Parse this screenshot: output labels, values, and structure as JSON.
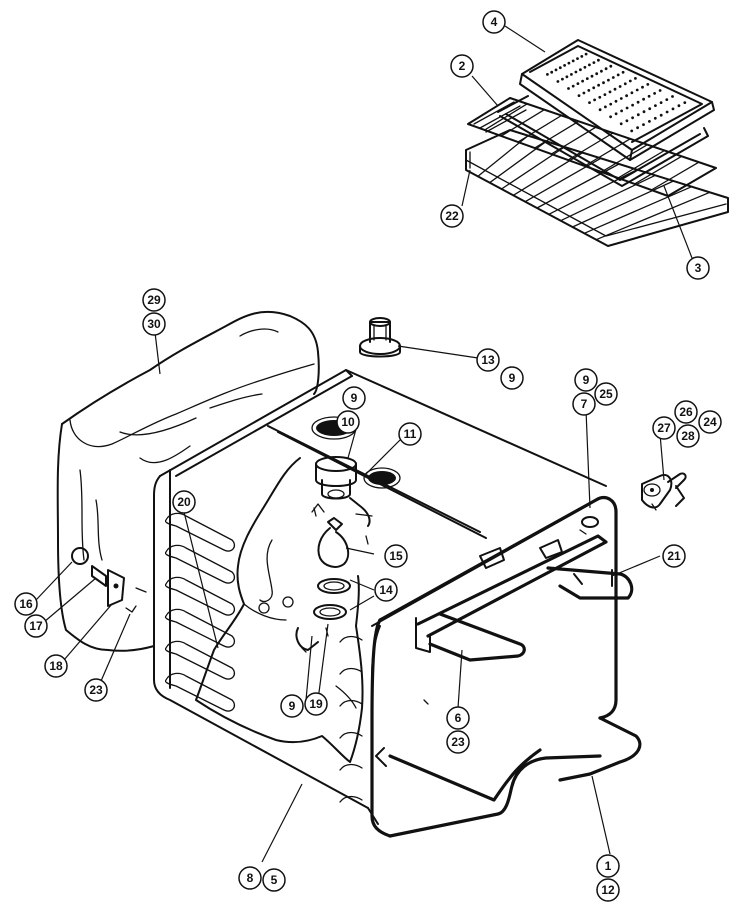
{
  "callouts": {
    "c4": "4",
    "c2": "2",
    "c22": "22",
    "c3": "3",
    "c29": "29",
    "c30": "30",
    "c13": "13",
    "c9a": "9",
    "c9b": "9",
    "c10": "10",
    "c11": "11",
    "c9c": "9",
    "c7": "7",
    "c25": "25",
    "c26": "26",
    "c24": "24",
    "c27": "27",
    "c28": "28",
    "c20": "20",
    "c15": "15",
    "c14": "14",
    "c21": "21",
    "c16": "16",
    "c17": "17",
    "c18": "18",
    "c23a": "23",
    "c9d": "9",
    "c19": "19",
    "c6": "6",
    "c23b": "23",
    "c8": "8",
    "c5": "5",
    "c1": "1",
    "c12": "12"
  }
}
